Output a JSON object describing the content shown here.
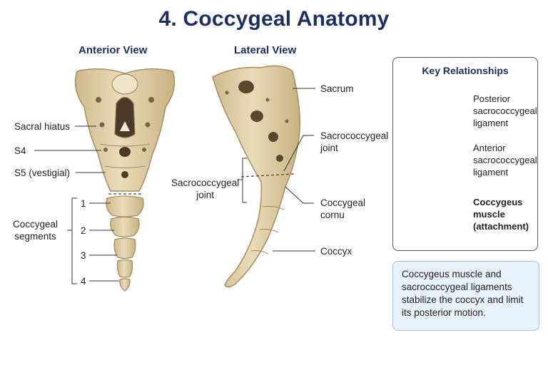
{
  "title": "4. Coccygeal Anatomy",
  "anterior": {
    "heading": "Anterior View",
    "labels": {
      "sacral_hiatus": "Sacral hiatus",
      "s4": "S4",
      "s5": "S5 (vestigial)",
      "coccygeal_segments": "Coccygeal\nsegments",
      "seg1": "1",
      "seg2": "2",
      "seg3": "3",
      "seg4": "4"
    }
  },
  "lateral": {
    "heading": "Lateral View",
    "labels": {
      "sacrum": "Sacrum",
      "sacrococcygeal_joint_right": "Sacrococcygeal\njoint",
      "sacrococcygeal_joint_left": "Sacrococcygeal\njoint",
      "coccygeal_cornu": "Coccygeal\ncornu",
      "coccyx": "Coccyx"
    }
  },
  "key_relationships": {
    "title": "Key Relationships",
    "posterior_ligament": "Posterior\nsacrococcygeal\nligament",
    "anterior_ligament": "Anterior\nsacrococcygeal\nligament",
    "coccygeus_muscle": "Coccygeus\nmuscle\n(attachment)"
  },
  "note": "Coccygeus muscle and sacrococcygeal ligaments stabilize the coccyx and limit its posterior motion.",
  "colors": {
    "title": "#1d2f5e",
    "bone": "#e3d3ad",
    "bone_shadow": "#b89f72",
    "muscle": "#d4706a",
    "ligament": "#b8c9e0",
    "note_bg": "#e9f1fa"
  }
}
